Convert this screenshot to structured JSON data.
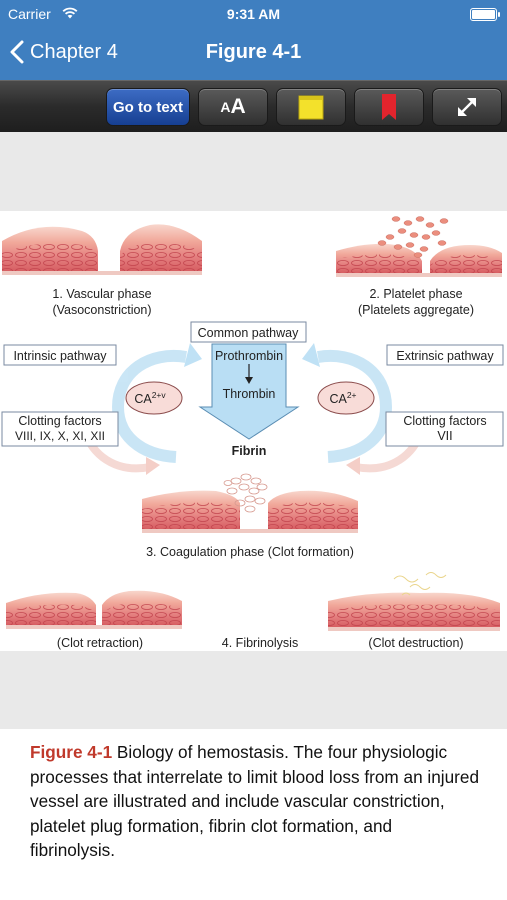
{
  "status_bar": {
    "carrier": "Carrier",
    "time": "9:31 AM"
  },
  "nav": {
    "back_label": "Chapter 4",
    "title": "Figure 4-1"
  },
  "toolbar": {
    "go_to_text": "Go to text",
    "font_size_small": "A",
    "font_size_large": "A"
  },
  "colors": {
    "nav_blue": "#3f7fc0",
    "go_to_text_blue": "#2451a8",
    "note_yellow": "#f3e12b",
    "bookmark_red": "#e2242d",
    "caption_red": "#c0392b",
    "flow_blue": "#b9def4",
    "vessel_red": "#e47f7f"
  },
  "figure": {
    "phase1": "1. Vascular phase",
    "phase1_sub": "(Vasoconstriction)",
    "phase2": "2. Platelet phase",
    "phase2_sub": "(Platelets aggregate)",
    "common_pathway": "Common pathway",
    "prothrombin": "Prothrombin",
    "thrombin": "Thrombin",
    "fibrin": "Fibrin",
    "intrinsic": "Intrinsic pathway",
    "extrinsic": "Extrinsic pathway",
    "ca_left_base": "CA",
    "ca_left_sup": "2+v",
    "ca_right_base": "CA",
    "ca_right_sup": "2+",
    "clotting_left_line1": "Clotting factors",
    "clotting_left_line2": "VIII, IX, X, XI, XII",
    "clotting_right_line1": "Clotting factors",
    "clotting_right_line2": "VII",
    "phase3": "3. Coagulation phase (Clot formation)",
    "clot_retraction": "(Clot retraction)",
    "phase4": "4. Fibrinolysis",
    "clot_destruction": "(Clot destruction)"
  },
  "caption": {
    "label": "Figure 4-1",
    "text": " Biology of hemostasis. The four physiologic processes that interrelate to limit blood loss from an injured vessel are illustrated and include vascular constriction, platelet plug formation, fibrin clot formation, and fibrinolysis."
  }
}
